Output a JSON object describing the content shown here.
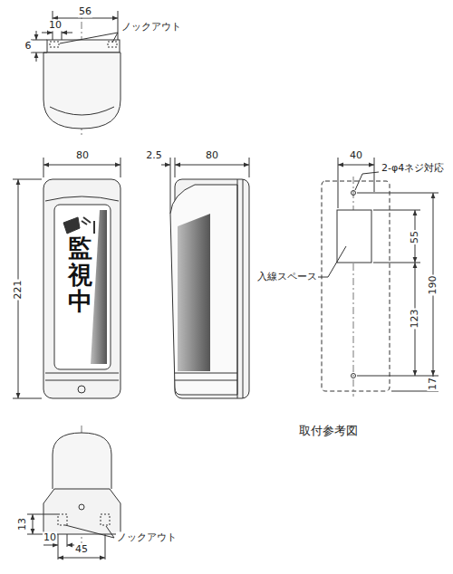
{
  "diagram": {
    "labels": [
      "56",
      "10",
      "ノックアウト",
      "6",
      "80",
      "2.5",
      "80",
      "40",
      "2-φ4ネジ対応",
      "221",
      "55",
      "入線スペース",
      "190",
      "123",
      "17",
      "取付参考図",
      "13",
      "10",
      "45",
      "ノックアウト",
      "監視中"
    ]
  }
}
